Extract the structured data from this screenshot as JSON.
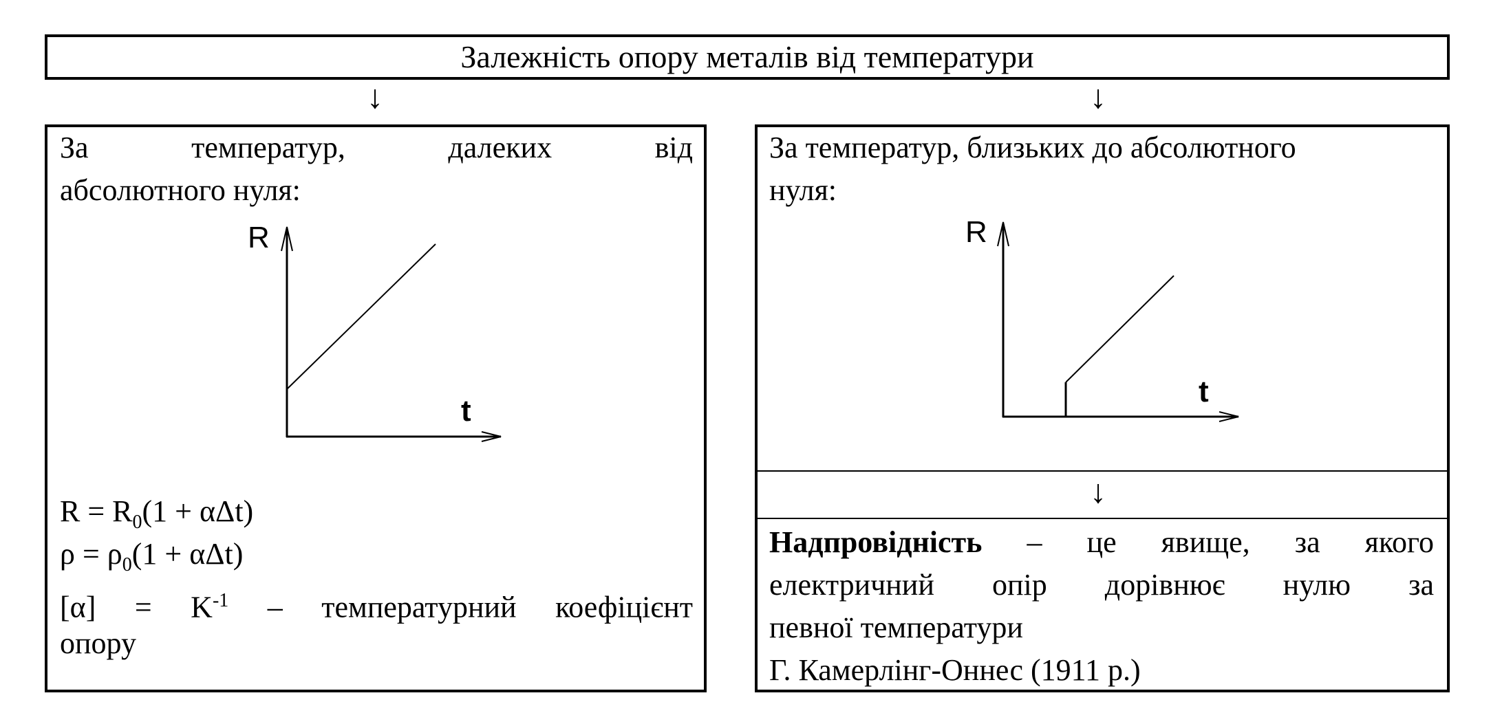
{
  "title": "Залежність опору металів від температури",
  "arrow_glyph": "↓",
  "left": {
    "heading_line1": [
      "За",
      "температур,",
      "далеких",
      "від"
    ],
    "heading_line2": "абсолютного нуля:",
    "chart": {
      "y_label": "R",
      "x_label": "t"
    },
    "formula1": {
      "a": "R = R",
      "sub": "0",
      "b": "(1 + αΔt)"
    },
    "formula2": {
      "a": "ρ = ρ",
      "sub": "0",
      "b": "(1 + αΔt)"
    },
    "formula3": {
      "a": "[α] = K",
      "sup": "-1",
      "b": " – температурний коефіцієнт"
    },
    "formula3_cont": "опору"
  },
  "right": {
    "heading_line1": "За температур, близьких до абсолютного",
    "heading_line2": "нуля:",
    "chart": {
      "y_label": "R",
      "x_label": "t"
    },
    "definition_term": "Надпровідність",
    "definition_line1_rest": " – це явище, за якого",
    "definition_line2": "електричний опір дорівнює нулю за",
    "definition_line3": "певної температури",
    "attribution": "Г. Камерлінг-Оннес (1911 р.)"
  }
}
